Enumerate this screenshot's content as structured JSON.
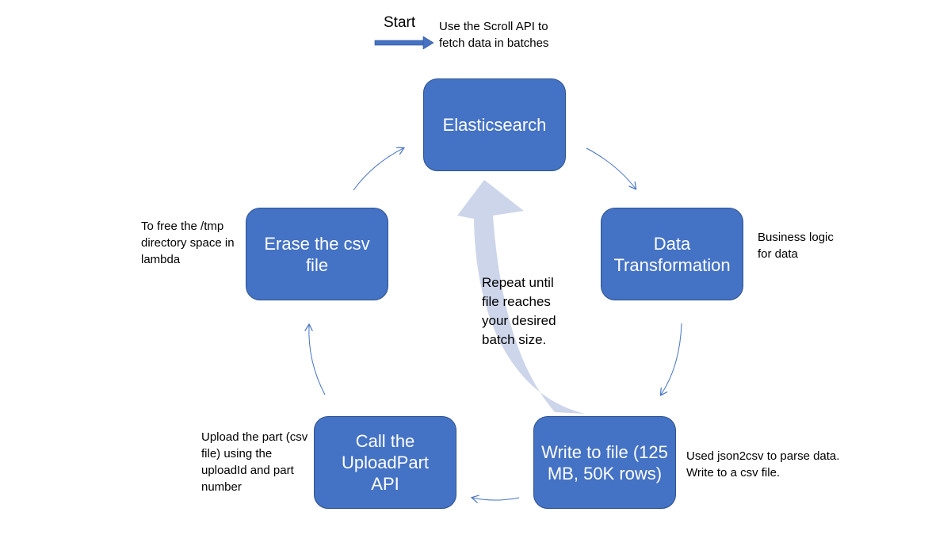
{
  "start_label": "Start",
  "nodes": {
    "elasticsearch": "Elasticsearch",
    "data_transformation": "Data Transformation",
    "write_file": "Write to file (125 MB, 50K rows)",
    "upload_part": "Call the UploadPart API",
    "erase_csv": "Erase the csv file"
  },
  "notes": {
    "scroll_api": "Use the Scroll API to fetch data in batches",
    "business_logic": "Business logic for data",
    "json2csv": "Used json2csv to parse data. Write to a csv file.",
    "upload_part": "Upload the part (csv file) using the uploadId and part number",
    "free_tmp": "To free the /tmp directory space in lambda"
  },
  "repeat_label": "Repeat until file reaches your desired batch size.",
  "colors": {
    "node_fill": "#4472c4",
    "node_border": "#2f528f",
    "connector": "#4472c4",
    "loop_arrow": "#cdd5ea"
  }
}
